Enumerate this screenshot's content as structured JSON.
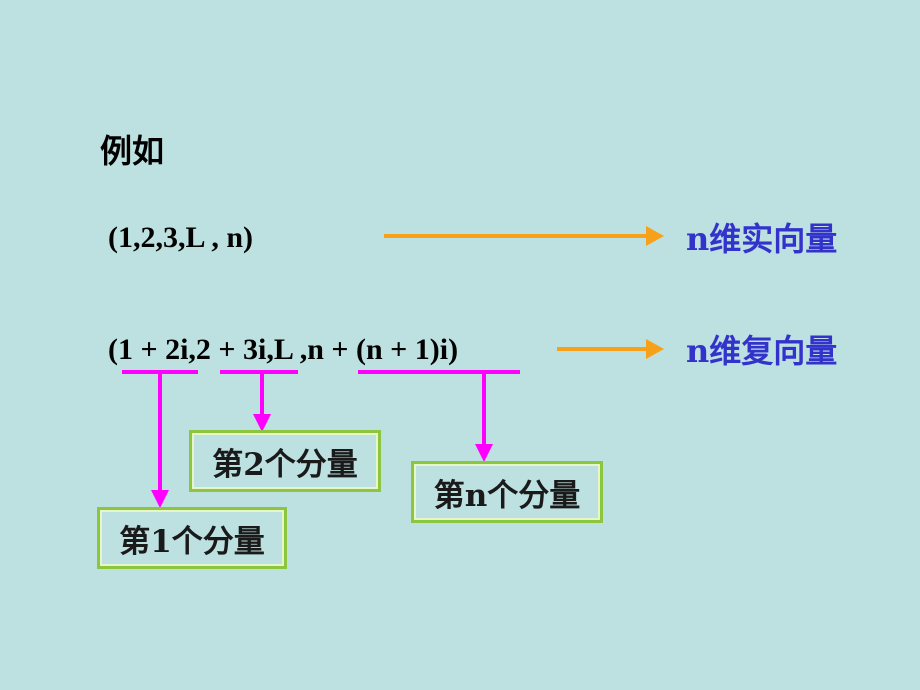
{
  "heading": "例如",
  "real_vector": {
    "expression": "(1,2,3,L  , n)",
    "label": "n维实向量"
  },
  "complex_vector": {
    "expression": "(1 + 2i,2 + 3i,L  ,n + (n + 1)i)",
    "label": "n维复向量"
  },
  "components": {
    "first": "第1个分量",
    "second": "第2个分量",
    "nth": "第n个分量"
  },
  "colors": {
    "background": "#bde0e0",
    "arrow_orange": "#f7a11a",
    "arrow_magenta": "#ff00ff",
    "label_blue": "#3333cc",
    "box_border": "#8cc63e"
  }
}
